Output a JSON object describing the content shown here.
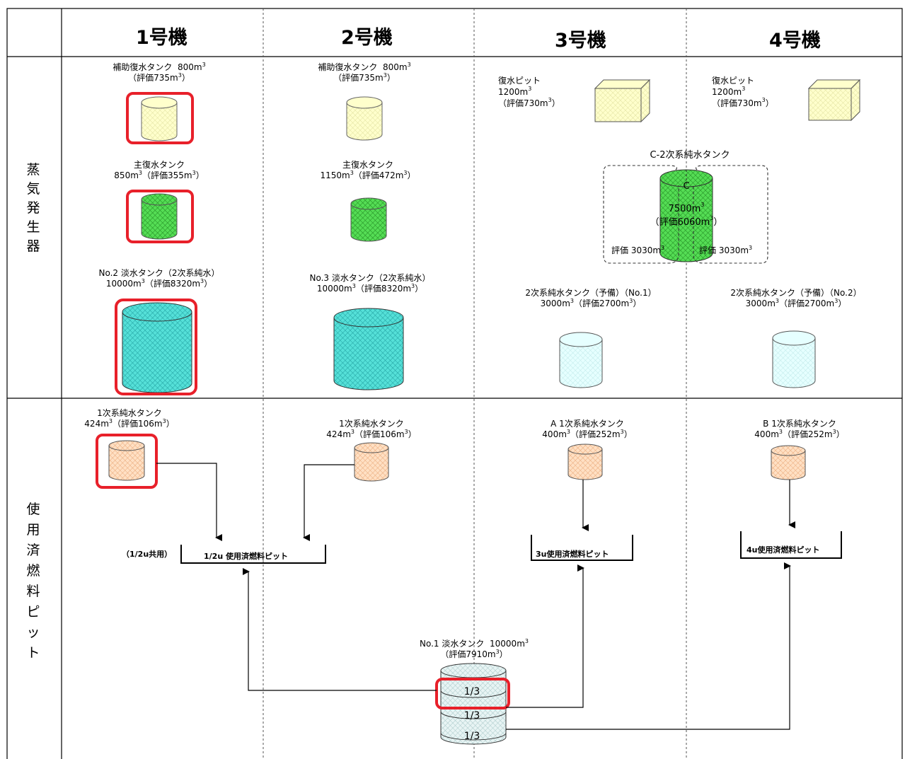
{
  "headers": [
    "1号機",
    "2号機",
    "3号機",
    "4号機"
  ],
  "row_labels": {
    "steam": [
      "蒸",
      "気",
      "発",
      "生",
      "器"
    ],
    "fuel_pit": [
      "使",
      "用",
      "済",
      "燃",
      "料",
      "ピ",
      "ッ",
      "ト"
    ]
  },
  "unit1": {
    "aux_tank": {
      "name": "補助復水タンク",
      "cap": "800m",
      "eval": "（評価735m",
      "close": "）"
    },
    "main_tank": {
      "name": "主復水タンク",
      "cap": "850m",
      "eval": "（評価355m",
      "close": "）"
    },
    "fw_tank": {
      "name": "No.2 淡水タンク（2次系純水）",
      "cap": "10000m",
      "eval": "（評価8320m",
      "close": "）"
    },
    "pw_tank": {
      "name": "1次系純水タンク",
      "cap": "424m",
      "eval": "（評価106m",
      "close": "）"
    }
  },
  "unit2": {
    "aux_tank": {
      "name": "補助復水タンク",
      "cap": "800m",
      "eval": "（評価735m",
      "close": "）"
    },
    "main_tank": {
      "name": "主復水タンク",
      "cap": "1150m",
      "eval": "（評価472m",
      "close": "）"
    },
    "fw_tank": {
      "name": "No.3 淡水タンク（2次系純水）",
      "cap": "10000m",
      "eval": "（評価8320m",
      "close": "）"
    },
    "pw_tank": {
      "name": "1次系純水タンク",
      "cap": "424m",
      "eval": "（評価106m",
      "close": "）"
    }
  },
  "unit3": {
    "pit": {
      "name": "復水ピット",
      "cap": "1200m",
      "eval": "（評価730m",
      "close": "）"
    },
    "spare_tank": {
      "name": "2次系純水タンク（予備）（No.1）",
      "cap": "3000m",
      "eval": "（評価2700m",
      "close": "）"
    },
    "pw_tank": {
      "name": "A 1次系純水タンク",
      "cap": "400m",
      "eval": "（評価252m",
      "close": "）"
    }
  },
  "unit4": {
    "pit": {
      "name": "復水ピット",
      "cap": "1200m",
      "eval": "（評価730m",
      "close": "）"
    },
    "spare_tank": {
      "name": "2次系純水タンク（予備）（No.2）",
      "cap": "3000m",
      "eval": "（評価2700m",
      "close": "）"
    },
    "pw_tank": {
      "name": "B 1次系純水タンク",
      "cap": "400m",
      "eval": "（評価252m",
      "close": "）"
    }
  },
  "shared_c2": {
    "title": "C-2次系純水タンク",
    "letter": "C",
    "cap": "7500m",
    "eval": "（評価6060m",
    "close": "）",
    "split_left": "評価 3030m",
    "split_right": "評価 3030m"
  },
  "fuel_pits": {
    "u12": "1/2u 使用済燃料ピット",
    "u12_note": "（1/2u共用）",
    "u3": "3u使用済燃料ピット",
    "u4": "4u使用済燃料ピット"
  },
  "no1_tank": {
    "name": "No.1 淡水タンク",
    "cap": "10000m",
    "eval": "（評価7910m",
    "close": "）",
    "thirds": [
      "1/3",
      "1/3",
      "1/3"
    ]
  },
  "sup3": "3",
  "colors": {
    "yellow": "#ffffcc",
    "green": "#33cc33",
    "teal": "#33cccc",
    "light_cyan": "#ccffff",
    "peach": "#ffcc99",
    "highlight": "#e8202a",
    "grid_line": "#000000"
  }
}
